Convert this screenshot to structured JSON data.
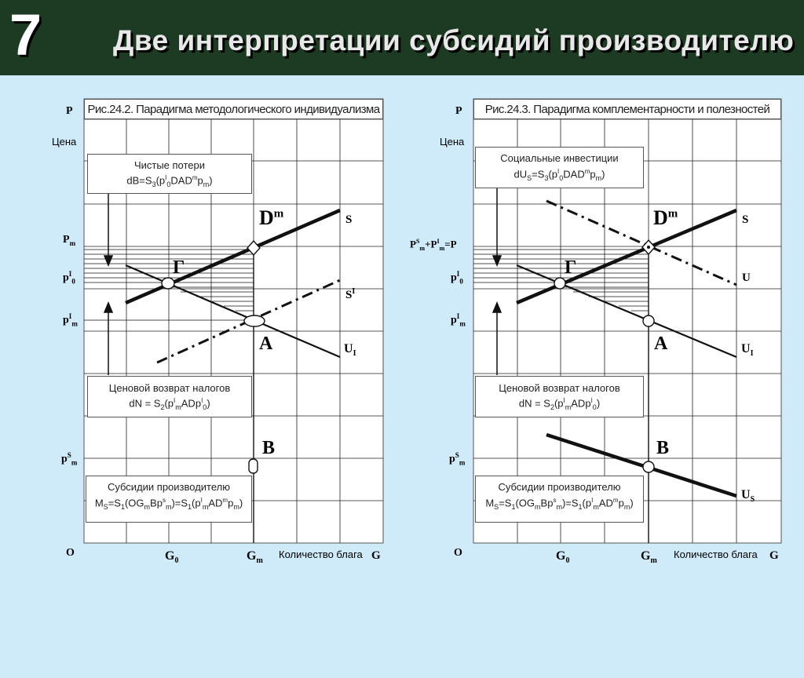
{
  "slide": {
    "number": "7",
    "title": "Две интерпретации субсидий производителю"
  },
  "left": {
    "caption": "Рис.24.2. Парадигма методологического индивидуализма",
    "axis_p": "P",
    "axis_price": "Цена",
    "origin": "O",
    "axis_quantity": "Количество блага",
    "axis_g": "G",
    "label_pm": "P",
    "label_pm_sub": "m",
    "label_p0": "p",
    "label_p0_sup": "I",
    "label_p0_sub": "0",
    "label_pim": "p",
    "label_pim_sup": "I",
    "label_pim_sub": "m",
    "label_psm": "p",
    "label_psm_sup": "S",
    "label_psm_sub": "m",
    "g0": "G",
    "g0_sub": "0",
    "gm": "G",
    "gm_sub": "m",
    "point_dm": "D",
    "point_dm_sup": "m",
    "point_gamma": "Г",
    "point_a": "A",
    "point_b": "B",
    "curve_s": "S",
    "curve_s1": "S",
    "curve_s1_sup": "I",
    "curve_u": "U",
    "curve_u_sub": "I",
    "box1_title": "Чистые потери",
    "box1_formula": "dB=S3(pI0DADmpm)",
    "box2_title": "Ценовой возврат налогов",
    "box2_formula": "dN = S2(pImADpI0)",
    "box3_title": "Субсидии производителю",
    "box3_formula": "MS=S1(OGmBpsm)=S1(pImADmpm)"
  },
  "right": {
    "caption": "Рис.24.3. Парадигма комплементарности и полезностей",
    "axis_p": "P",
    "axis_price": "Цена",
    "origin": "O",
    "axis_quantity": "Количество блага",
    "axis_g": "G",
    "label_top": "PSm+PIm=P",
    "label_p0": "p",
    "label_p0_sup": "I",
    "label_p0_sub": "0",
    "label_pim": "p",
    "label_pim_sup": "I",
    "label_pim_sub": "m",
    "label_psm": "p",
    "label_psm_sup": "S",
    "label_psm_sub": "m",
    "g0": "G",
    "g0_sub": "0",
    "gm": "G",
    "gm_sub": "m",
    "point_dm": "D",
    "point_dm_sup": "m",
    "point_gamma": "Г",
    "point_a": "A",
    "point_b": "B",
    "curve_s": "S",
    "curve_u": "U",
    "curve_ui": "U",
    "curve_ui_sub": "I",
    "curve_us": "U",
    "curve_us_sub": "S",
    "box1_title": "Социальные инвестиции",
    "box1_formula": "dUS=S3(pI0DADmpm)",
    "box2_title": "Ценовой возврат налогов",
    "box2_formula": "dN = S2(pImADpI0)",
    "box3_title": "Субсидии производителю",
    "box3_formula": "MS=S1(OGmBpsm)=S1(pImADmpm)"
  },
  "colors": {
    "header_bg": "#1d3b22",
    "slide_bg": "#cfeaf8",
    "panel_bg": "#ffffff",
    "line": "#111111"
  }
}
